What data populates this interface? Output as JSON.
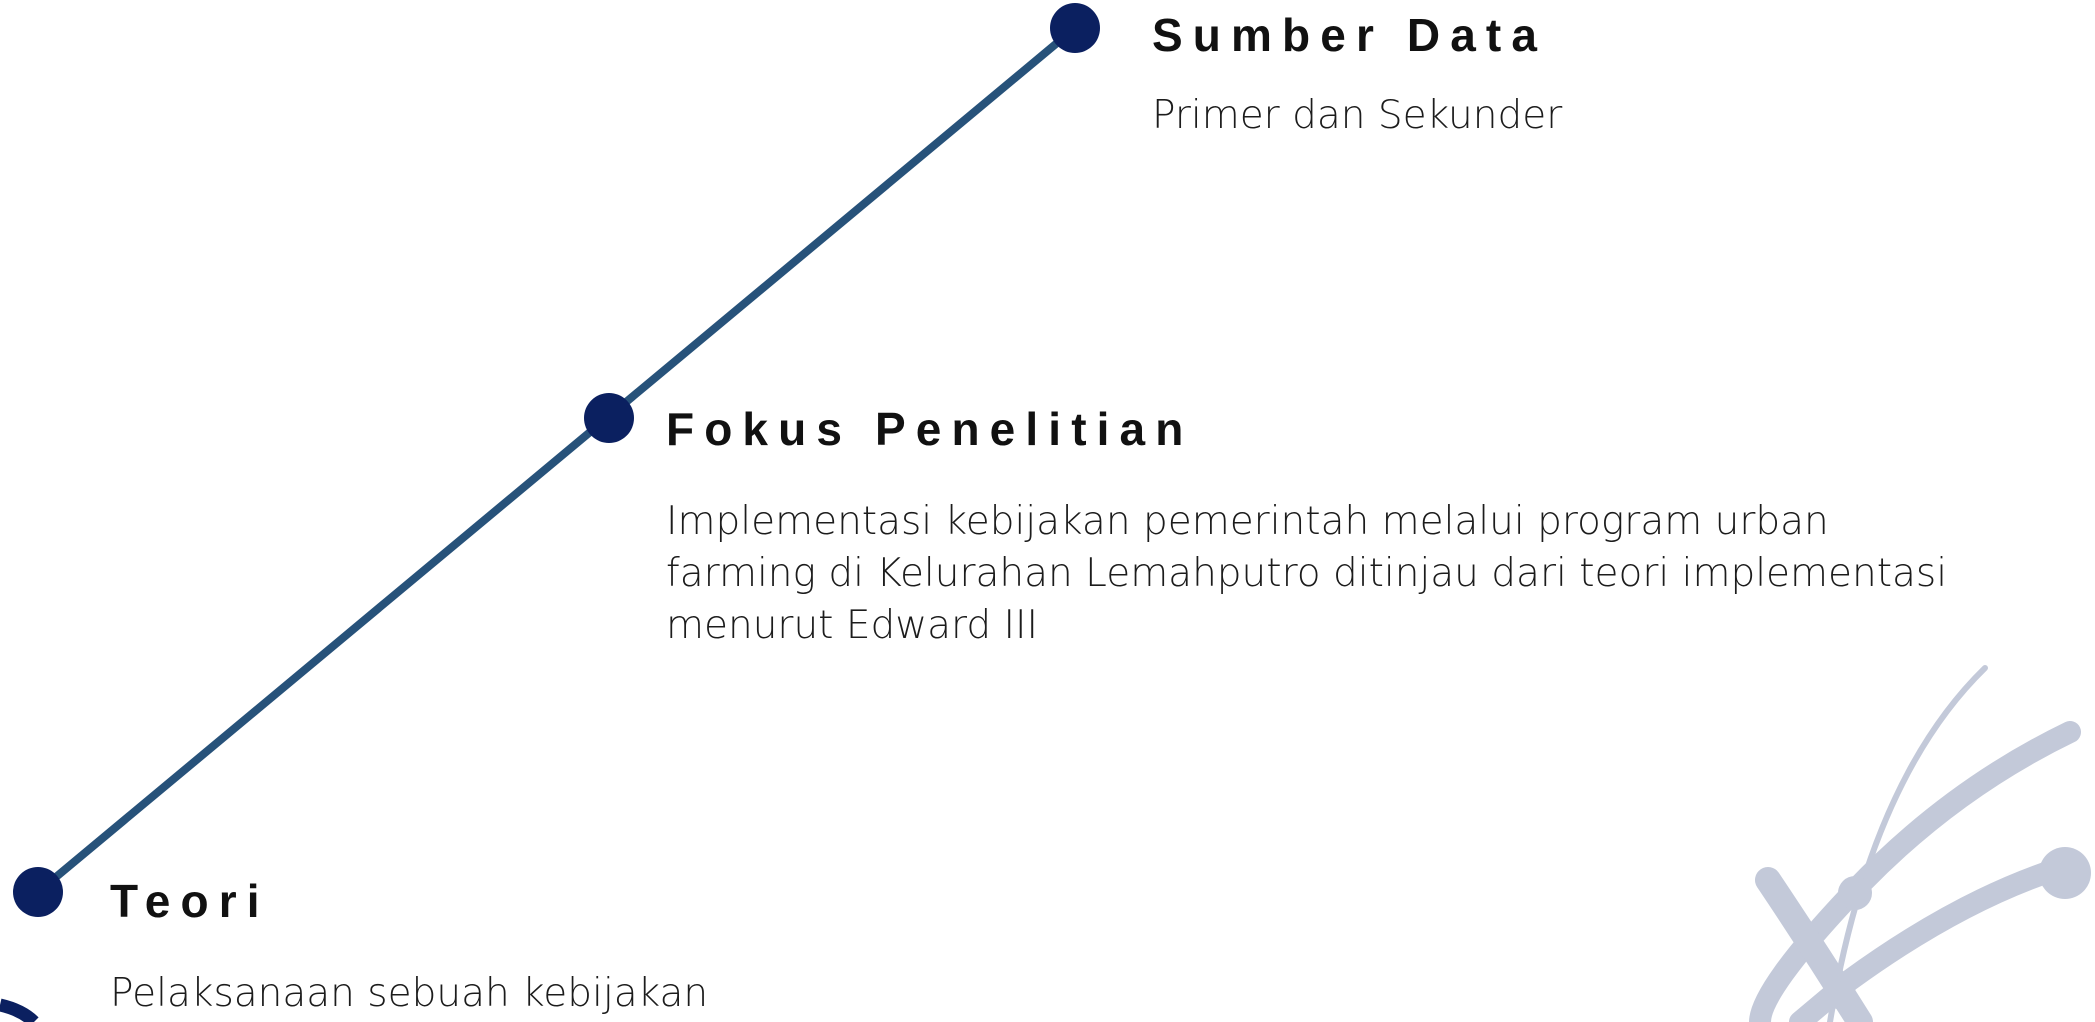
{
  "colors": {
    "line": "#27527a",
    "node": "#0b2060",
    "decoration": "#c3c9d9",
    "title": "#111111",
    "text": "#1c1c1c"
  },
  "nodes": [
    {
      "id": "sumber-data",
      "title": "Sumber Data",
      "description_lines": [
        "Primer dan Sekunder"
      ]
    },
    {
      "id": "fokus-penelitian",
      "title": "Fokus Penelitian",
      "description_lines": [
        "Implementasi kebijakan pemerintah melalui program urban",
        "farming di Kelurahan Lemahputro ditinjau dari teori implementasi",
        "menurut Edward III"
      ]
    },
    {
      "id": "teori",
      "title": "Teori",
      "description_lines": [
        "Pelaksanaan sebuah kebijakan"
      ]
    }
  ]
}
